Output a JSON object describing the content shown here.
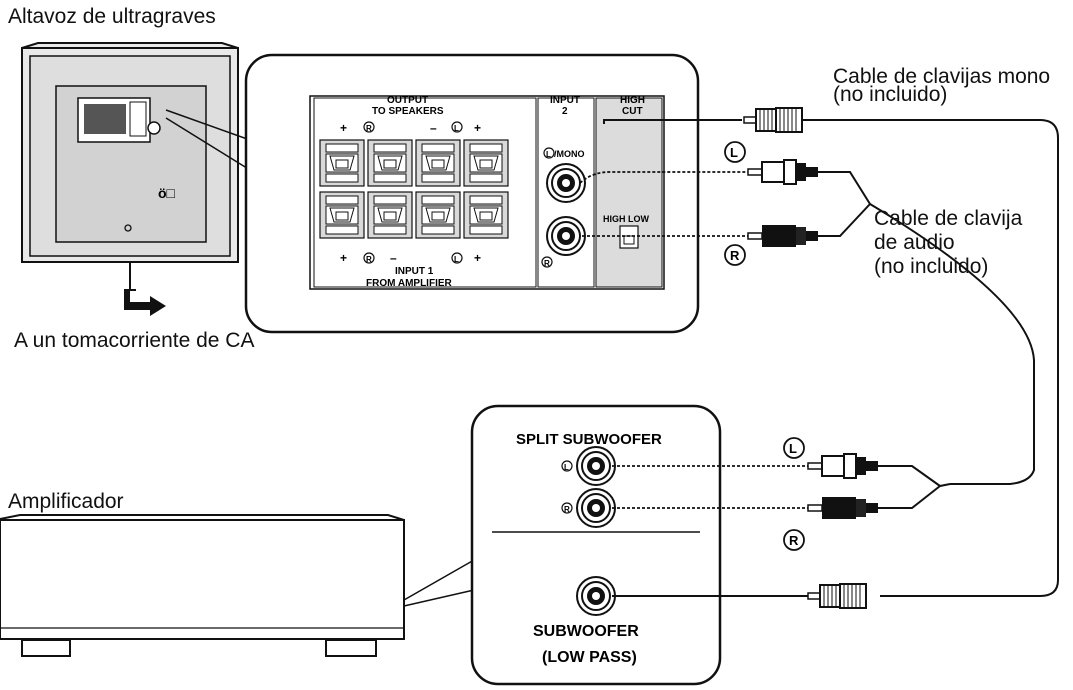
{
  "labels": {
    "subwoofer": "Altavoz de ultragraves",
    "ac_outlet": "A un tomacorriente de CA",
    "amplifier": "Amplificador",
    "mono_cable": [
      "Cable de clavijas mono",
      "(no incluido)"
    ],
    "audio_cable": [
      "Cable de clavija",
      "de audio",
      "(no incluido)"
    ]
  },
  "panel": {
    "output_title": [
      "OUTPUT",
      "TO SPEAKERS"
    ],
    "input1_title": [
      "INPUT 1",
      "FROM AMPLIFIER"
    ],
    "input2_title": [
      "INPUT",
      "2"
    ],
    "highcut_title": [
      "HIGH",
      "CUT"
    ],
    "mono_label": "/MONO",
    "highlow_label": "HIGH LOW",
    "plus": "+",
    "minus": "–",
    "l_marker": "L",
    "r_marker": "R"
  },
  "amp_panel": {
    "split_title": "SPLIT SUBWOOFER",
    "sub_title": [
      "SUBWOOFER",
      "(LOW PASS)"
    ],
    "l_marker": "L",
    "r_marker": "R"
  },
  "colors": {
    "ink": "#111111",
    "panel_fill": "#e6e6e6",
    "dark_panel": "#3a3a3a"
  }
}
